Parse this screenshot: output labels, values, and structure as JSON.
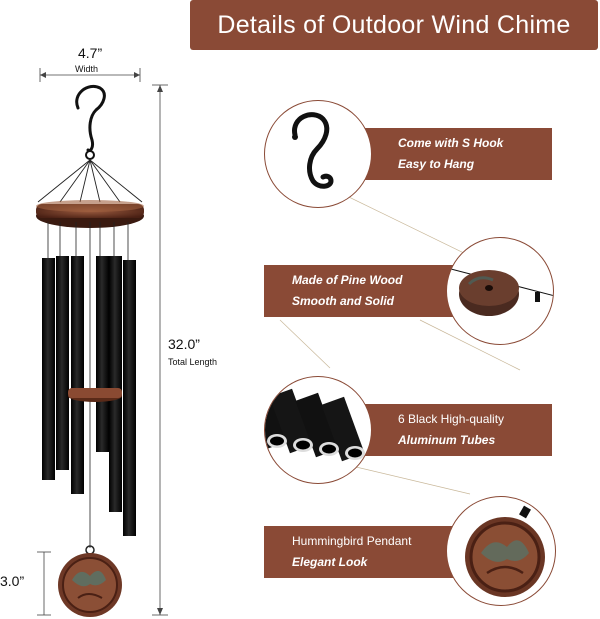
{
  "title": "Details of Outdoor Wind Chime",
  "dimensions": {
    "width_value": "4.7”",
    "width_label": "Width",
    "length_value": "32.0”",
    "length_label": "Total Length",
    "pendant_value": "3.0”"
  },
  "features": [
    {
      "line1": "Come with S Hook",
      "line2": "Easy to Hang"
    },
    {
      "line1": "Made of Pine Wood",
      "line2": "Smooth and Solid"
    },
    {
      "line1": "6 Black High-quality",
      "line2": "Aluminum Tubes"
    },
    {
      "line1": "Hummingbird Pendant",
      "line2": "Elegant  Look"
    }
  ],
  "colors": {
    "accent": "#8a4a36",
    "tube": "#0d0d0d",
    "wood": "#6b3222"
  }
}
